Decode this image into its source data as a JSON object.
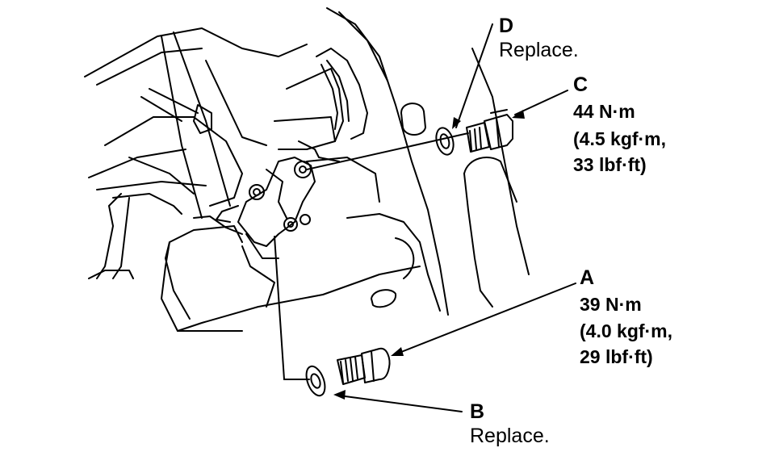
{
  "callouts": {
    "D": {
      "letter": "D",
      "note": "Replace."
    },
    "C": {
      "letter": "C",
      "torque": "44 N·m",
      "kgf": "(4.5 kgf·m,",
      "lbf": "33 lbf·ft)"
    },
    "A": {
      "letter": "A",
      "torque": "39 N·m",
      "kgf": "(4.0 kgf·m,",
      "lbf": "29 lbf·ft)"
    },
    "B": {
      "letter": "B",
      "note": "Replace."
    }
  }
}
